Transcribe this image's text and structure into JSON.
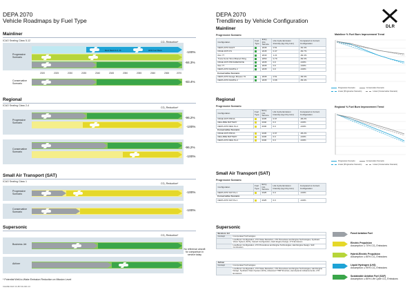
{
  "left": {
    "title": "DEPA 2070",
    "subtitle": "Vehicle Roadmaps by Fuel Type",
    "co2_header": "CO₂ Reduction*",
    "years": [
      "2020",
      "2025",
      "2030",
      "2035",
      "2040",
      "2045",
      "2050",
      "2055",
      "2060",
      "2065",
      "2070"
    ],
    "mainliner": {
      "title": "Mainliner",
      "subtitle": "ICAO Seating Class 5-12",
      "progressive_label": "Progressive Scenario",
      "conservative_label": "Conservative Scenario",
      "tag_a": "Best Rank E-3, 13",
      "tag_b": "HFE Fuel Rank",
      "values": [
        "-100%",
        "-84.3%",
        "-83.4%"
      ]
    },
    "regional": {
      "title": "Regional",
      "subtitle": "ICAO Seating Class 2-4",
      "progressive_label": "Progressive Scenario",
      "conservative_label": "Conservative Scenario",
      "values": [
        "-96.2%",
        "-100%",
        "-96.2%",
        "-100%"
      ]
    },
    "sat": {
      "title": "Small Air Transport (SAT)",
      "subtitle": "ICAO Seating Class 1",
      "progressive_label": "Progressive Scenario",
      "conservative_label": "Conservative Scenario",
      "values": [
        "-100%",
        "-100%"
      ]
    },
    "supersonic": {
      "title": "Supersonic",
      "business_label": "Business Jet",
      "airliner_label": "Airliner",
      "note": "No reference aircraft for comparison in service today"
    },
    "footnote": "* Potential Well-to-Wake Emission Reduction on Mission Level",
    "code": "CHADE DLR CC-BY-NC-ND 2.0"
  },
  "right": {
    "title": "DEPA 2070",
    "subtitle": "Trendlines by Vehicle Configuration",
    "col_headers": {
      "config": "Configuration",
      "fuel": "Fuel Type",
      "entry": "Entry into Service",
      "intensity": "Life Cycle Emission Intensity (kg CO₂/t·km)",
      "compared": "Compared to Current Configuration"
    },
    "mainliner": {
      "title": "Mainliner",
      "progressive": "Progressive Scenario",
      "conservative": "Conservative Scenario",
      "prog_rows": [
        [
          "DEPA 2070 DLR/T",
          "",
          "2035",
          "0.51",
          "-81.3%"
        ],
        [
          "DDAE 2070 FS",
          "",
          "2045",
          "0.47",
          "-82.7%"
        ],
        [
          "Run 77",
          "",
          "2040",
          "1.21",
          "-82.4%"
        ],
        [
          "Trans-Sonic Strut-Braced Wing",
          "",
          "2050",
          "0.79",
          "-82.3%"
        ],
        [
          "DDAE 2070 PROGRESSIVE",
          "",
          "2035",
          "0.0",
          "-100%"
        ],
        [
          "Run 77",
          "",
          "2035",
          "0.0",
          "-100%"
        ],
        [
          "DEPA 2070 DLR/Pa 2",
          "",
          "2035",
          "0.0",
          "-100%"
        ]
      ],
      "cons_rows": [
        [
          "DEPA 2070 Design Mission 70",
          "",
          "2035",
          "0.51",
          "-83.3%"
        ],
        [
          "DEPA 2070 DLR/Pa 2",
          "",
          "2035",
          "0.68",
          "-83.4%"
        ]
      ]
    },
    "regional": {
      "title": "Regional",
      "progressive": "Progressive Scenario",
      "conservative": "Conservative Scenario",
      "prog_rows": [
        [
          "DDAE 2070 PROA",
          "",
          "2035",
          "0.67",
          "-96.2%"
        ],
        [
          "REG-BRE BATTERY",
          "",
          "2040",
          "0.0",
          "-100%"
        ],
        [
          "DEPA 2070 REG Pa 2",
          "",
          "2030",
          "0.0",
          "-100%"
        ]
      ],
      "cons_rows": [
        [
          "DDAE 2070 PROA",
          "",
          "2045",
          "0.67",
          "-96.2%"
        ],
        [
          "REG-BRE BATTERY",
          "",
          "2045",
          "0.0",
          "-100%"
        ],
        [
          "DEPA 2070 REG Pa 2",
          "",
          "2030",
          "0.0",
          "-100%"
        ]
      ]
    },
    "sat": {
      "title": "Small Air Transport (SAT)",
      "progressive": "Progressive Scenario",
      "conservative": "Conservative Scenario",
      "prog_rows": [
        [
          "DEPA 2070 SAT Pa 1",
          "",
          "2025",
          "0.0",
          "-100%"
        ]
      ],
      "cons_rows": [
        [
          "DEPA 2070 SAT Pa 1",
          "",
          "2025",
          "0.0",
          "-100%"
        ]
      ]
    },
    "supersonic": {
      "title": "Supersonic",
      "business_head": "Business Jet",
      "airliner_head": "Airliner",
      "concept": "Concept",
      "technologies": "Incorporated Technologies",
      "business_rows": [
        [
          "",
          "Low-Boom Configuration, LTO Noise Reduction, LTO Procedures and Engine Technologies, Synthetic Vision System (SVS), Canard Configuration, Hard Engine Design, LTO Emissions"
        ],
        [
          "",
          "Low-Boom Configuration, LTO Procedures and Engine Technologies, Hard Engine Design, SAF Combustion"
        ]
      ],
      "airliner_rows": [
        [
          "",
          "Low-Boom Configuration, LTO Noise Reduction, LTO Procedures and Engine Technologies, Hard Engine Design, Synthetic Vision System (SVS), Advanced TTBP Structure, Aerodynamic Advancements, LTO Emissions"
        ]
      ]
    },
    "trend_main_title": "Mainliner % Fuel Burn Improvement Trend",
    "trend_reg_title": "Regional % Fuel Burn Improvement Trend",
    "trend_legend": [
      "Progressive Scenario",
      "Conservative Scenario",
      "Linear (Progressive Scenario)",
      "Linear (Conservative Scenario)"
    ]
  },
  "fuel_legend": [
    {
      "name": "Fossil Aviation Fuel",
      "desc": "",
      "color": "#9ba0a6"
    },
    {
      "name": "Electric Propulsion",
      "desc": "Assumption: ≥ 70% CO₂ Emissions",
      "color": "#e5d82a"
    },
    {
      "name": "Hybrid-Electric Propulsion",
      "desc": "Assumption: ≥ 80% CO₂ Emissions",
      "color": "#b7d53a"
    },
    {
      "name": "Liquid Hydrogen (LH2)",
      "desc": "Assumption: ≥ 90% CO₂ Emissions",
      "color": "#1ea3d6"
    },
    {
      "name": "Sustainable Aviation Fuel (SAF)",
      "desc": "Assumption: ≥ 80% Life Cycle CO₂ Emissions",
      "color": "#3aa64a"
    }
  ],
  "logo_text": "DLR"
}
